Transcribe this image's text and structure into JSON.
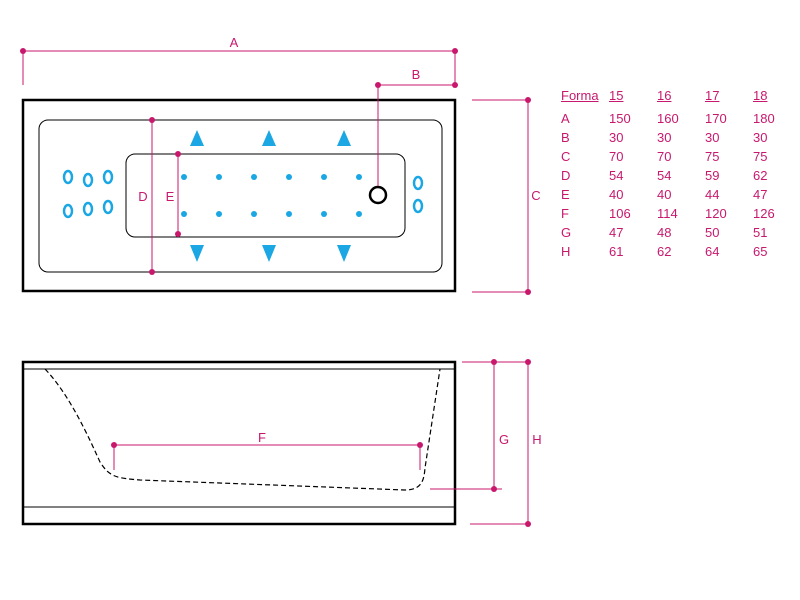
{
  "dimension_labels": {
    "A": "A",
    "B": "B",
    "C": "C",
    "D": "D",
    "E": "E",
    "F": "F",
    "G": "G",
    "H": "H"
  },
  "table": {
    "header": [
      "Forma",
      "15",
      "16",
      "17",
      "18"
    ],
    "rows": [
      {
        "label": "A",
        "values": [
          "150",
          "160",
          "170",
          "180"
        ]
      },
      {
        "label": "B",
        "values": [
          "30",
          "30",
          "30",
          "30"
        ]
      },
      {
        "label": "C",
        "values": [
          "70",
          "70",
          "75",
          "75"
        ]
      },
      {
        "label": "D",
        "values": [
          "54",
          "54",
          "59",
          "62"
        ]
      },
      {
        "label": "E",
        "values": [
          "40",
          "40",
          "44",
          "47"
        ]
      },
      {
        "label": "F",
        "values": [
          "106",
          "114",
          "120",
          "126"
        ]
      },
      {
        "label": "G",
        "values": [
          "47",
          "48",
          "50",
          "51"
        ]
      },
      {
        "label": "H",
        "values": [
          "61",
          "62",
          "64",
          "65"
        ]
      }
    ]
  },
  "colors": {
    "dimension": "#c8186e",
    "jets": "#1aa7e3",
    "outline": "#000000"
  },
  "icons": {
    "jet": "oval-water-jet-icon",
    "air": "small-dot-air-jet-icon",
    "arrow_up": "triangle-up-icon",
    "arrow_down": "triangle-down-icon",
    "drain": "drain-circle-icon"
  }
}
